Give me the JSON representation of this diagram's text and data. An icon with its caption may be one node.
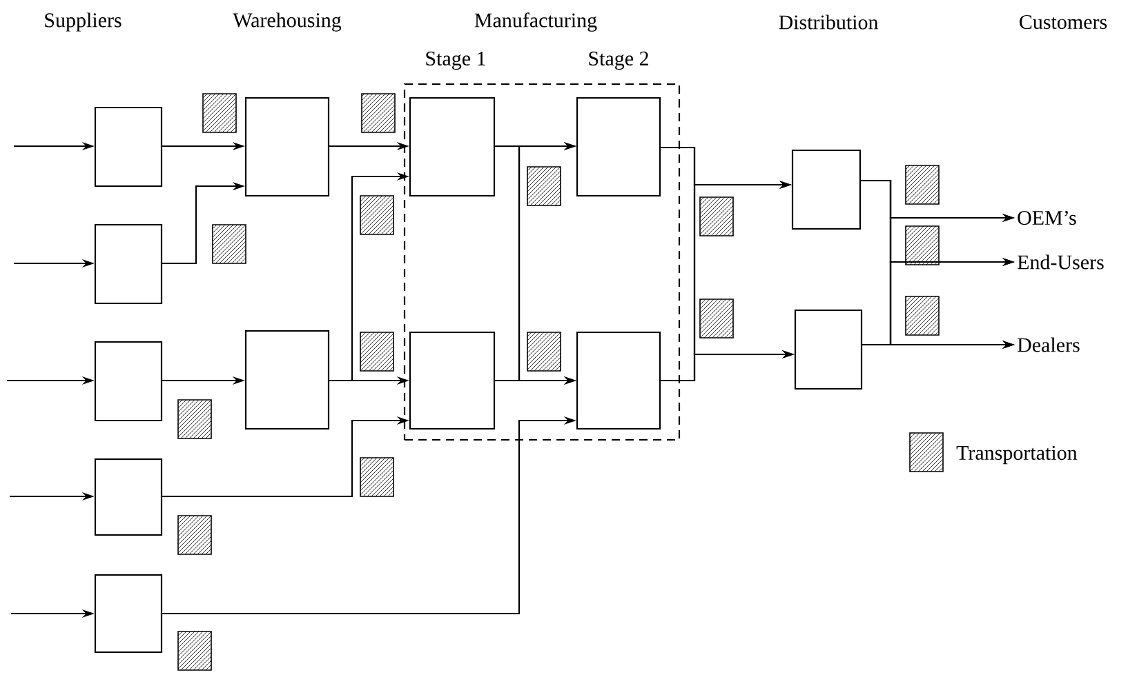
{
  "diagram": {
    "nodes": [
      {
        "text": [],
        "shape": "box"
      },
      {
        "text": [],
        "shape": "box"
      },
      {
        "text": [],
        "shape": "box"
      },
      {
        "text": [],
        "shape": "box"
      },
      {
        "text": [],
        "shape": "box"
      },
      {
        "text": [],
        "shape": "box"
      },
      {
        "text": [],
        "shape": "box"
      },
      {
        "text": [],
        "shape": "box"
      },
      {
        "text": [],
        "shape": "box",
        "in": 0
      },
      {
        "text": [],
        "shape": "box",
        "in": 0
      },
      {
        "text": [],
        "shape": "box",
        "in": 0
      },
      {
        "text": [],
        "shape": "box",
        "in": 0
      },
      {
        "text": [],
        "shape": "box"
      },
      {
        "text": [],
        "shape": "box"
      },
      {
        "text": [
          "OEM’s"
        ]
      },
      {
        "text": [
          "End-Users"
        ]
      },
      {
        "text": [
          "Dealers"
        ]
      }
    ],
    "edges": [
      {
        "from": null,
        "to": 1,
        "arrow": "to"
      },
      {
        "from": null,
        "to": 2,
        "arrow": "to"
      },
      {
        "from": null,
        "to": 3,
        "arrow": "to"
      },
      {
        "from": null,
        "to": 4,
        "arrow": "to"
      },
      {
        "from": null,
        "to": 5,
        "arrow": "to"
      },
      {
        "from": 1,
        "to": 6,
        "arrow": "to"
      },
      {
        "from": 2,
        "to": 6,
        "arrow": "to"
      },
      {
        "from": 3,
        "to": 7,
        "arrow": "to"
      },
      {
        "from": 6,
        "to": 8,
        "arrow": "to"
      },
      {
        "from": 7,
        "to": 8,
        "arrow": "to"
      },
      {
        "from": 7,
        "to": 10,
        "arrow": "to"
      },
      {
        "from": 4,
        "to": 10,
        "arrow": "to"
      },
      {
        "from": 5,
        "to": 11,
        "arrow": "to"
      },
      {
        "from": 8,
        "to": 9,
        "arrow": "to"
      },
      {
        "from": 8,
        "to": 11,
        "arrow": "to"
      },
      {
        "from": 10,
        "to": 11,
        "arrow": "to"
      },
      {
        "from": 10,
        "to": 9,
        "arrow": "to"
      },
      {
        "from": 9,
        "to": 12,
        "arrow": "to"
      },
      {
        "from": 9,
        "to": 13,
        "arrow": "to"
      },
      {
        "from": 11,
        "to": 12,
        "arrow": "to"
      },
      {
        "from": 11,
        "to": 13,
        "arrow": "to"
      },
      {
        "from": 12,
        "to": 14,
        "arrow": "to"
      },
      {
        "from": 12,
        "to": 15,
        "arrow": "to"
      },
      {
        "from": 12,
        "to": 16,
        "arrow": "to"
      },
      {
        "from": 13,
        "to": 14,
        "arrow": "to"
      },
      {
        "from": 13,
        "to": 15,
        "arrow": "to"
      },
      {
        "from": 13,
        "to": 16,
        "arrow": "to"
      }
    ],
    "labels": [
      "Suppliers",
      "Warehousing",
      "Manufacturing",
      "Distribution",
      "Customers",
      "Stage 1",
      "Stage 2"
    ],
    "legend": [
      {
        "text": "Transportation"
      }
    ]
  }
}
